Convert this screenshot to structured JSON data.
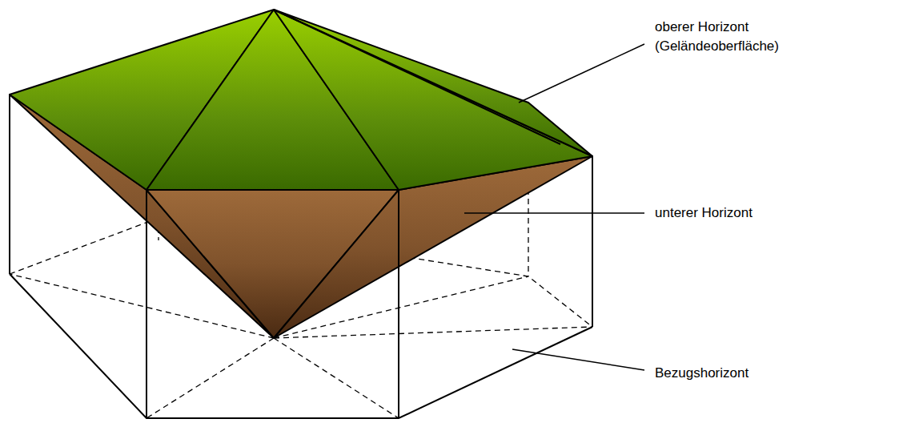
{
  "diagram": {
    "labels": [
      "oberer Horizont (Geländeoberfläche)",
      "unterer Horizont",
      "Bezugshorizont"
    ]
  }
}
